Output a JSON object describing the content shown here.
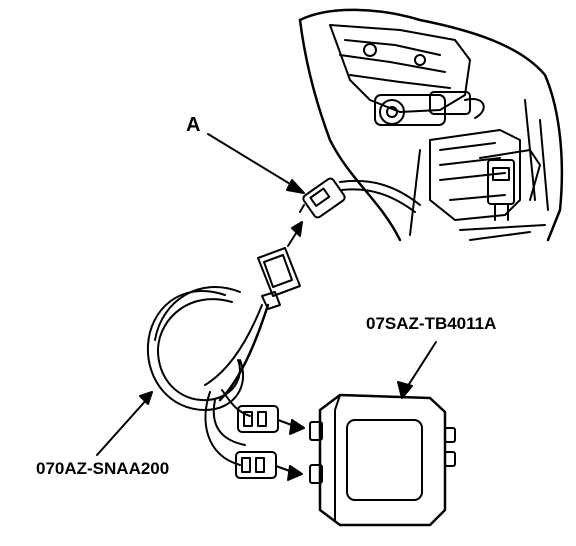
{
  "labels": {
    "connector_a": "A",
    "junction_box_part": "07SAZ-TB4011A",
    "harness_part": "070AZ-SNAA200"
  },
  "colors": {
    "line": "#000000",
    "background": "#ffffff"
  },
  "icons": {
    "engine_bay": "engine-bay-illustration",
    "connector": "harness-connector-icon",
    "junction_box": "junction-box-icon"
  }
}
